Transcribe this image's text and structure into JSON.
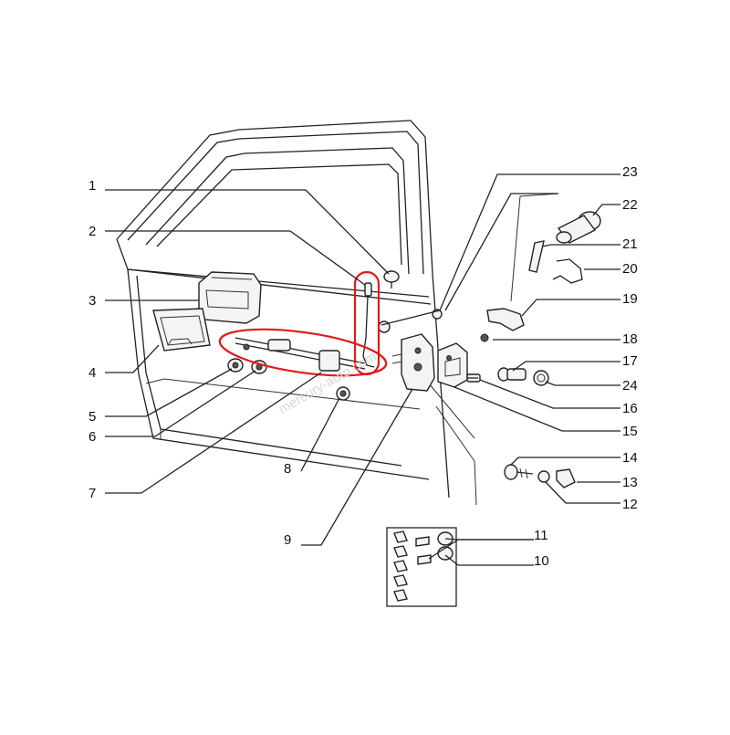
{
  "diagram": {
    "callouts": [
      {
        "id": "1",
        "label": "1"
      },
      {
        "id": "2",
        "label": "2"
      },
      {
        "id": "3",
        "label": "3"
      },
      {
        "id": "4",
        "label": "4"
      },
      {
        "id": "5",
        "label": "5"
      },
      {
        "id": "6",
        "label": "6"
      },
      {
        "id": "7",
        "label": "7"
      },
      {
        "id": "8",
        "label": "8"
      },
      {
        "id": "9",
        "label": "9"
      },
      {
        "id": "10",
        "label": "10"
      },
      {
        "id": "11",
        "label": "11"
      },
      {
        "id": "12",
        "label": "12"
      },
      {
        "id": "13",
        "label": "13"
      },
      {
        "id": "14",
        "label": "14"
      },
      {
        "id": "15",
        "label": "15"
      },
      {
        "id": "16",
        "label": "16"
      },
      {
        "id": "17",
        "label": "17"
      },
      {
        "id": "18",
        "label": "18"
      },
      {
        "id": "19",
        "label": "19"
      },
      {
        "id": "20",
        "label": "20"
      },
      {
        "id": "21",
        "label": "21"
      },
      {
        "id": "22",
        "label": "22"
      },
      {
        "id": "23",
        "label": "23"
      },
      {
        "id": "24",
        "label": "24"
      }
    ],
    "highlight_color": "#e01a1a",
    "watermark": "mercury-auto.com"
  }
}
